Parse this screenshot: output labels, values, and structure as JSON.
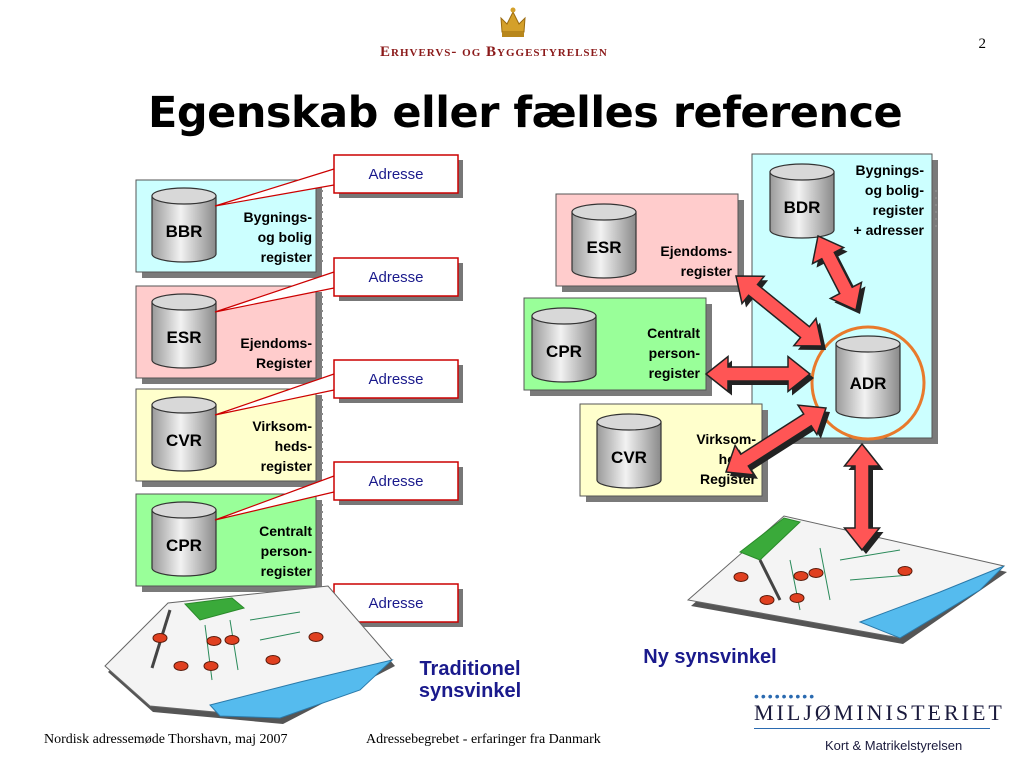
{
  "header": {
    "page_number": "2",
    "agency": "Erhvervs- og Byggestyrelsen",
    "title": "Egenskab eller fælles reference"
  },
  "traditional": {
    "registers": [
      {
        "abbr": "BBR",
        "label_lines": [
          "Bygnings-",
          "og bolig",
          "register"
        ],
        "color": "#ccffff"
      },
      {
        "abbr": "ESR",
        "label_lines": [
          "Ejendoms-",
          "Register"
        ],
        "color": "#ffcccc"
      },
      {
        "abbr": "CVR",
        "label_lines": [
          "Virksom-",
          "heds-",
          "register"
        ],
        "color": "#ffffcc"
      },
      {
        "abbr": "CPR",
        "label_lines": [
          "Centralt",
          "person-",
          "register"
        ],
        "color": "#99ff99"
      }
    ],
    "address_label": "Adresse",
    "caption_line1": "Traditionel",
    "caption_line2": "synsvinkel"
  },
  "new_view": {
    "hub": {
      "abbr": "BDR",
      "label_lines": [
        "Bygnings-",
        "og bolig-",
        "register",
        "+ adresser"
      ],
      "color": "#ccffff"
    },
    "center": {
      "abbr": "ADR"
    },
    "registers": [
      {
        "abbr": "ESR",
        "label_lines": [
          "Ejendoms-",
          "register"
        ],
        "color": "#ffcccc"
      },
      {
        "abbr": "CPR",
        "label_lines": [
          "Centralt",
          "person-",
          "register"
        ],
        "color": "#99ff99"
      },
      {
        "abbr": "CVR",
        "label_lines": [
          "Virksom-",
          "heds-",
          "Register"
        ],
        "color": "#ffffcc"
      }
    ],
    "caption": "Ny synsvinkel"
  },
  "footer": {
    "left": "Nordisk adressemøde Thorshavn, maj 2007",
    "right": "Adressebegrebet - erfaringer fra Danmark"
  },
  "ministry": {
    "dots": "•••••••••",
    "name": "MILJØMINISTERIET",
    "sub": "Kort & Matrikelstyrelsen"
  },
  "colors": {
    "arrow": "#ff5555",
    "accent_ring": "#e87a2c",
    "label_border": "#cc0000",
    "caption": "#1a1a8c"
  }
}
